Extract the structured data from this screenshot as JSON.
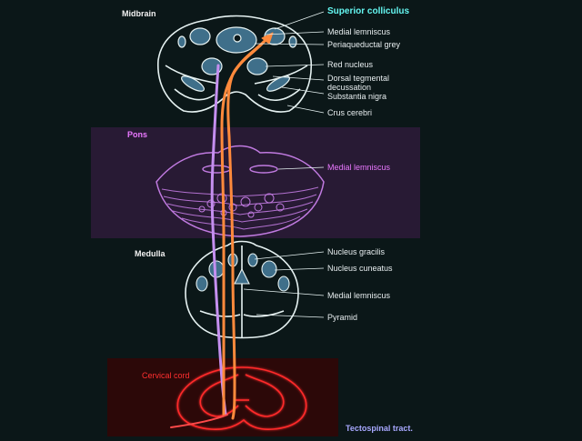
{
  "sections": {
    "midbrain": "Midbrain",
    "pons": "Pons",
    "medulla": "Medulla",
    "cervical": "Cervical cord"
  },
  "labels": {
    "superior_colliculus": "Superior colliculus",
    "medial_lemniscus_midbrain": "Medial lemniscus",
    "periaqueductal_grey": "Periaqueductal grey",
    "red_nucleus": "Red nucleus",
    "dorsal_tegmental_1": "Dorsal tegmental",
    "dorsal_tegmental_2": "decussation",
    "substantia_nigra": "Substantia nigra",
    "crus_cerebri": "Crus cerebri",
    "medial_lemniscus_pons": "Medial lemniscus",
    "nucleus_gracilis": "Nucleus gracilis",
    "nucleus_cuneatus": "Nucleus cuneatus",
    "medial_lemniscus_medulla": "Medial lemniscus",
    "pyramid": "Pyramid"
  },
  "caption": "Tectospinal tract.",
  "colors": {
    "background": "#0b1718",
    "outline": "#e6f2f2",
    "nucleus_fill": "#3f6f8a",
    "pons_panel": "#281a34",
    "pons_tissue": "#c07ae0",
    "cord_panel": "#2c0808",
    "cord_tissue": "#ff2a2a",
    "tract_orange": "#ff8a3c",
    "tract_purple": "#c58ff0",
    "superior_label": "#64f5f0",
    "pons_label": "#ea78ff",
    "cord_label": "#ff3030",
    "caption": "#a8a8ff"
  }
}
